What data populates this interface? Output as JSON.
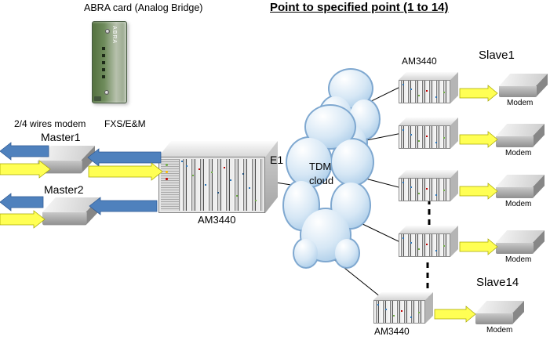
{
  "titles": {
    "abra": "ABRA card (Analog Bridge)",
    "main": "Point to specified point (1 to 14)"
  },
  "left": {
    "wires_modem": "2/4 wires modem",
    "fxs_em": "FXS/E&M",
    "master1": "Master1",
    "master2": "Master2"
  },
  "center": {
    "chassis": "AM3440",
    "e1": "E1",
    "cloud": "TDM\ncloud"
  },
  "right": {
    "top_am3440": "AM3440",
    "slave1": "Slave1",
    "slave14": "Slave14",
    "bottom_am3440": "AM3440"
  },
  "abra_card": {
    "vertical_text": "ABRA"
  },
  "modems": [
    {
      "label": "Modem"
    },
    {
      "label": "Modem"
    },
    {
      "label": "Modem"
    },
    {
      "label": "Modem"
    },
    {
      "label": "Modem"
    }
  ],
  "colors": {
    "arrow_blue": "#4f81bd",
    "arrow_yellow": "#ffff54",
    "cloud_fill_edge": "#7fa8d0",
    "line_black": "#000000"
  }
}
